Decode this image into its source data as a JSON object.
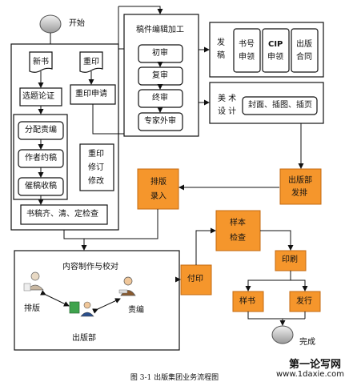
{
  "diagram": {
    "start": "开始",
    "end": "完成",
    "new_book": "新书",
    "reprint": "重印",
    "topic_review": "选题论证",
    "reprint_apply": "重印申请",
    "assign_editor": "分配责编",
    "author_contract": "作者约稿",
    "urge_manuscript": "催稿收稿",
    "reprint_revise": [
      "重印",
      "修订",
      "修改"
    ],
    "manuscript_check": "书稿齐、清、定检查",
    "edit_process_title": "稿件编辑加工",
    "first_review": "初审",
    "second_review": "复审",
    "final_review": "终审",
    "expert_review": "专家外审",
    "send_label": [
      "发",
      "稿"
    ],
    "isbn": [
      "书号",
      "申领"
    ],
    "cip": [
      "CIP",
      "申领"
    ],
    "publish_contract": [
      "出版",
      "合同"
    ],
    "art_label": [
      "美 术",
      "设 计"
    ],
    "cover_art": "封面、插图、插页",
    "publish_dept": [
      "出版部",
      "发排"
    ],
    "typeset": [
      "排版",
      "录入"
    ],
    "sample": [
      "样本",
      "检查"
    ],
    "printing": "印刷",
    "content_title": "内容制作与校对",
    "role_typeset": "排版",
    "role_editor": "责编",
    "role_publish": "出版部",
    "print_proof": "付印",
    "sample_book": "样书",
    "distribution": "发行"
  },
  "caption": "图 3-1  出版集团业务流程图",
  "watermark": {
    "line1": "第一论写网",
    "line2": "www.1daxie.com"
  },
  "colors": {
    "orange": "#f5962c",
    "orange_border": "#c46a10",
    "line": "#111111",
    "ellipse": "#d8d8d8"
  }
}
